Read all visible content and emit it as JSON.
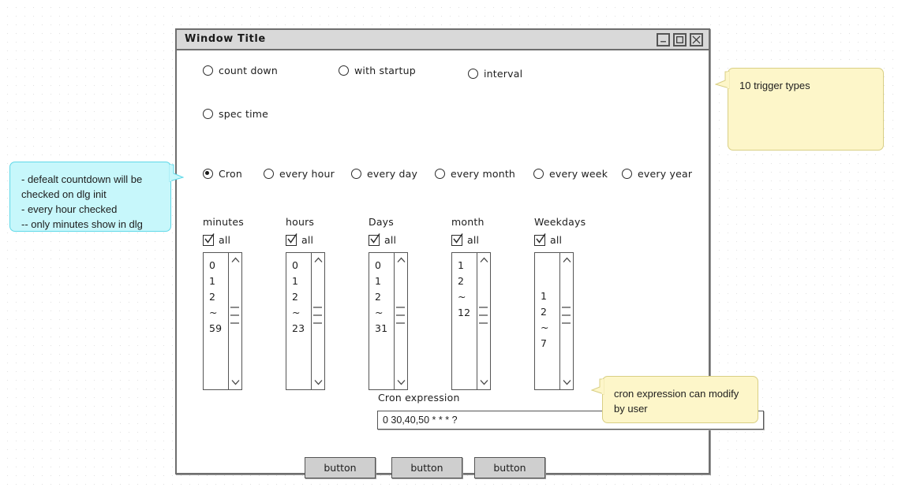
{
  "window": {
    "title": "Window Title",
    "controls": [
      {
        "name": "minimize",
        "glyph": "minimize-icon"
      },
      {
        "name": "maximize",
        "glyph": "maximize-icon"
      },
      {
        "name": "close",
        "glyph": "close-icon"
      }
    ]
  },
  "trigger_radios": [
    {
      "label": "count down",
      "checked": false
    },
    {
      "label": "with startup",
      "checked": false
    },
    {
      "label": "interval",
      "checked": false
    },
    {
      "label": "spec time",
      "checked": false
    }
  ],
  "schedule_radios": [
    {
      "label": "Cron",
      "checked": true
    },
    {
      "label": "every hour",
      "checked": false
    },
    {
      "label": "every day",
      "checked": false
    },
    {
      "label": "every month",
      "checked": false
    },
    {
      "label": "every week",
      "checked": false
    },
    {
      "label": "every year",
      "checked": false
    }
  ],
  "cron_columns": [
    {
      "label": "minutes",
      "all_label": "all",
      "all_checked": true,
      "items": [
        "0",
        "1",
        "2",
        "~",
        "59"
      ],
      "offset": false
    },
    {
      "label": "hours",
      "all_label": "all",
      "all_checked": true,
      "items": [
        "0",
        "1",
        "2",
        "~",
        "23"
      ],
      "offset": false
    },
    {
      "label": "Days",
      "all_label": "all",
      "all_checked": true,
      "items": [
        "0",
        "1",
        "2",
        "~",
        "31"
      ],
      "offset": false
    },
    {
      "label": "month",
      "all_label": "all",
      "all_checked": true,
      "items": [
        "1",
        "2",
        "~",
        "12"
      ],
      "offset": false
    },
    {
      "label": "Weekdays",
      "all_label": "all",
      "all_checked": true,
      "items": [
        "1",
        "2",
        "~",
        "7"
      ],
      "offset": true
    }
  ],
  "cron_expression": {
    "label": "Cron expression",
    "value": "0 30,40,50 * * * ?"
  },
  "buttons": [
    {
      "label": "button"
    },
    {
      "label": "button"
    },
    {
      "label": "button"
    }
  ],
  "annotations": {
    "triggers": "10 trigger types",
    "cron_edit": "cron expression can modify by user",
    "left_note": "- defealt countdown will be checked on dlg init\n- every hour checked\n -- only minutes show in dlg"
  },
  "colors": {
    "note_yellow": "#fdf6c9",
    "note_yellow_border": "#d9cf84",
    "note_cyan": "#c7f7fb",
    "note_cyan_border": "#5fd8e8",
    "titlebar": "#d9d9d9",
    "button_face": "#cfcfcf",
    "frame": "#6e6e6e"
  }
}
